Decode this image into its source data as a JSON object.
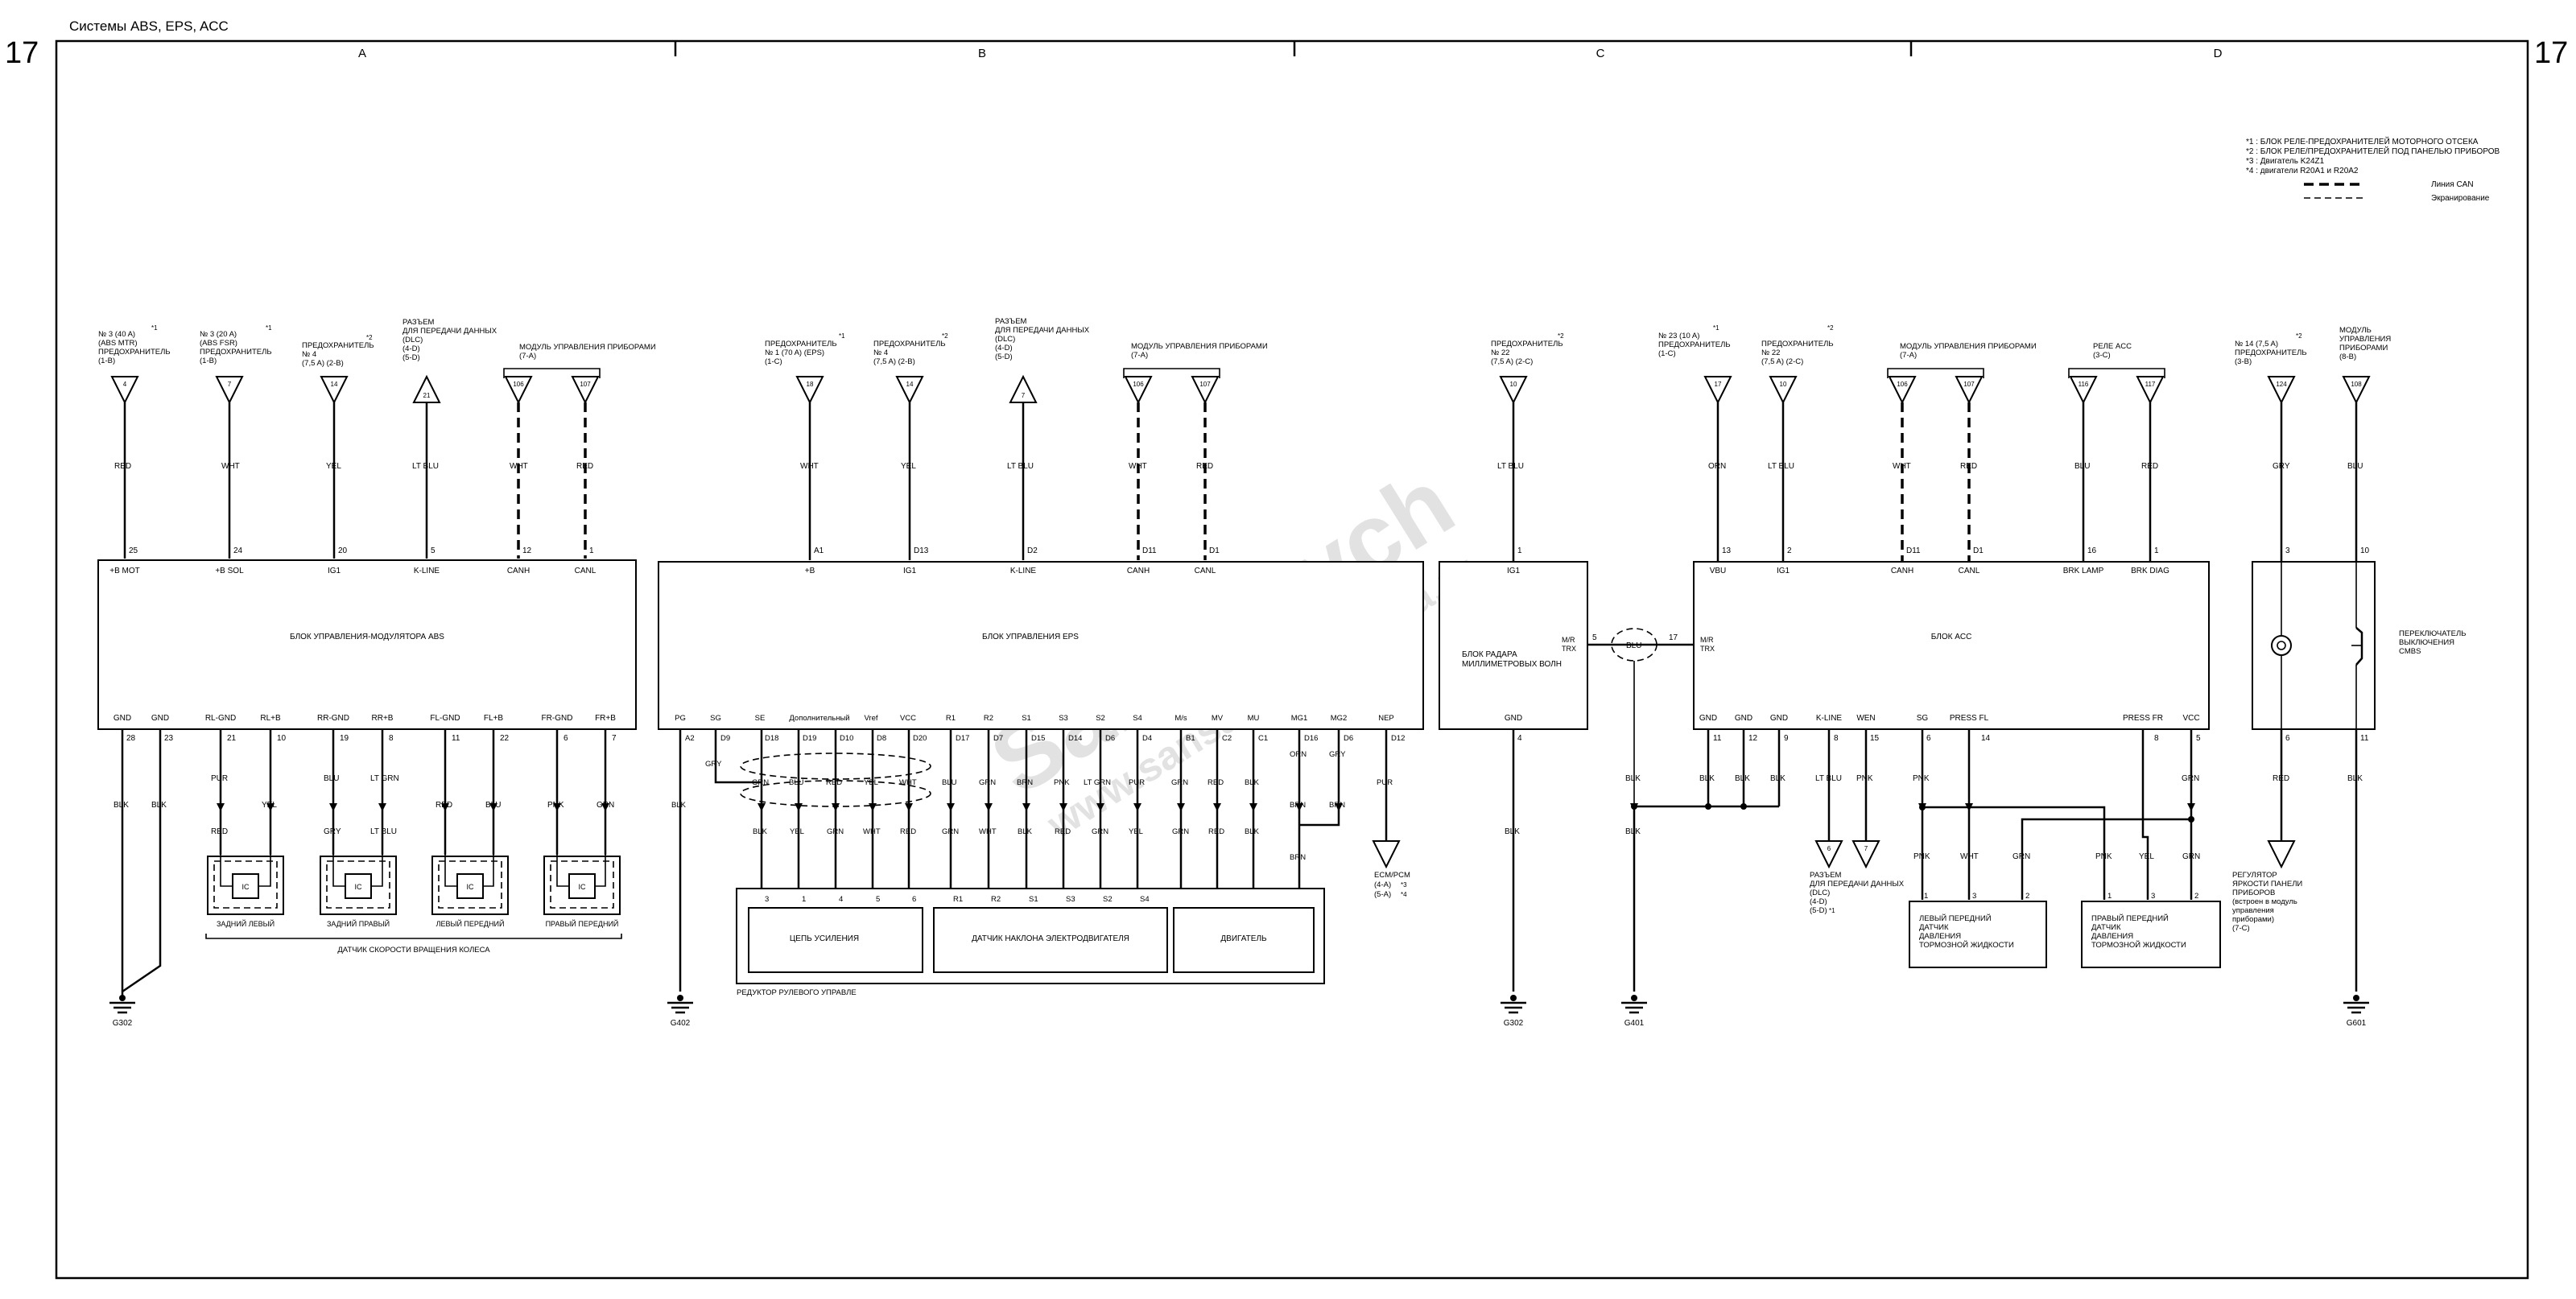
{
  "header": {
    "title": "Системы ABS, EPS, ACC",
    "page_number": "17"
  },
  "grid_columns": [
    "A",
    "B",
    "C",
    "D"
  ],
  "legend": {
    "notes": [
      "*1 : БЛОК РЕЛЕ-ПРЕДОХРАНИТЕЛЕЙ МОТОРНОГО ОТСЕКА",
      "*2 : БЛОК РЕЛЕ/ПРЕДОХРАНИТЕЛЕЙ ПОД ПАНЕЛЬЮ ПРИБОРОВ",
      "*3 : Двигатель K24Z1",
      "*4 : двигатели R20A1 и R20A2"
    ],
    "can_line": "Линия CAN",
    "shielding": "Экранирование"
  },
  "watermark": {
    "line1": "SanSanych",
    "line2": "www.sansanych-honda.ru"
  },
  "abs": {
    "module": "БЛОК УПРАВЛЕНИЯ-МОДУЛЯТОРА ABS",
    "sources": [
      {
        "l1": "№ 3 (40 A)",
        "l2": "(ABS MTR)",
        "l3": "ПРЕДОХРАНИТЕЛЬ",
        "l4": "(1-B)",
        "pin": "4",
        "star": "*1"
      },
      {
        "l1": "№ 3 (20 A)",
        "l2": "(ABS FSR)",
        "l3": "ПРЕДОХРАНИТЕЛЬ",
        "l4": "(1-B)",
        "pin": "7",
        "star": "*1"
      },
      {
        "l1": "ПРЕДОХРАНИТЕЛЬ",
        "l2": "№ 4",
        "l3": "(7,5 A) (2-B)",
        "l4": "",
        "pin": "14",
        "star": "*2"
      },
      {
        "l1": "РАЗЪЕМ",
        "l2": "ДЛЯ ПЕРЕДАЧИ ДАННЫХ",
        "l3": "(DLC)",
        "l4": "(4-D)",
        "l5": "(5-D)",
        "pin": "21"
      },
      {
        "l1": "МОДУЛЬ УПРАВЛЕНИЯ ПРИБОРАМИ",
        "l2": "(7-A)",
        "pin": "106",
        "pin2": "107"
      }
    ],
    "top_wires": [
      "RED",
      "WHT",
      "YEL",
      "LT BLU",
      "WHT",
      "RED"
    ],
    "top_pins": [
      "25",
      "24",
      "20",
      "5",
      "12",
      "1"
    ],
    "top_terms": [
      "+B MOT",
      "+B SOL",
      "IG1",
      "K-LINE",
      "CANH",
      "CANL"
    ],
    "bottom_terms": [
      "GND",
      "GND",
      "RL-GND",
      "RL+B",
      "RR-GND",
      "RR+B",
      "FL-GND",
      "FL+B",
      "FR-GND",
      "FR+B"
    ],
    "bottom_pins": [
      "28",
      "23",
      "21",
      "10",
      "19",
      "8",
      "11",
      "22",
      "6",
      "7"
    ],
    "bottom_wires_1": [
      "BLK",
      "BLK",
      "PUR",
      "",
      "BLU",
      "LT GRN",
      "",
      "",
      "",
      ""
    ],
    "bottom_wires_2": [
      "",
      "",
      "RED",
      "YEL",
      "GRY",
      "LT BLU",
      "RED",
      "BLU",
      "PNK",
      "GRN"
    ],
    "sensor_names": [
      "ЗАДНИЙ ЛЕВЫЙ",
      "ЗАДНИЙ ПРАВЫЙ",
      "ЛЕВЫЙ ПЕРЕДНИЙ",
      "ПРАВЫЙ ПЕРЕДНИЙ"
    ],
    "sensor_ic": "IC",
    "sensor_group": "ДАТЧИК СКОРОСТИ ВРАЩЕНИЯ КОЛЕСА",
    "ground": "G302"
  },
  "eps": {
    "module": "БЛОК УПРАВЛЕНИЯ EPS",
    "sources": [
      {
        "l1": "ПРЕДОХРАНИТЕЛЬ",
        "l2": "№ 1 (70 A) (EPS)",
        "l3": "(1-C)",
        "pin": "18",
        "star": "*1"
      },
      {
        "l1": "ПРЕДОХРАНИТЕЛЬ",
        "l2": "№ 4",
        "l3": "(7,5 A) (2-B)",
        "pin": "14",
        "star": "*2"
      },
      {
        "l1": "РАЗЪЕМ",
        "l2": "ДЛЯ ПЕРЕДАЧИ ДАННЫХ",
        "l3": "(DLC)",
        "l4": "(4-D)",
        "l5": "(5-D)",
        "pin": "7"
      },
      {
        "l1": "МОДУЛЬ УПРАВЛЕНИЯ ПРИБОРАМИ",
        "l2": "(7-A)",
        "pin": "106",
        "pin2": "107"
      }
    ],
    "top_wires": [
      "WHT",
      "YEL",
      "LT BLU",
      "WHT",
      "RED"
    ],
    "top_pins": [
      "A1",
      "D13",
      "D2",
      "D11",
      "D1"
    ],
    "top_terms": [
      "+B",
      "IG1",
      "K-LINE",
      "CANH",
      "CANL"
    ],
    "bottom_terms": [
      "PG",
      "SG",
      "SE",
      "Дополнительный",
      "Vref",
      "VCC",
      "R1",
      "R2",
      "S1",
      "S3",
      "S2",
      "S4",
      "M/s",
      "MV",
      "MU",
      "MG1",
      "MG2",
      "NEP"
    ],
    "bottom_pins": [
      "A2",
      "D9",
      "D18",
      "D19",
      "D10",
      "D8",
      "D20",
      "D17",
      "D7",
      "D15",
      "D14",
      "D6",
      "D4",
      "B1",
      "C2",
      "C1",
      "D16",
      "D6",
      "D12"
    ],
    "upper_wires": [
      "GRY",
      "GRN",
      "BLU",
      "RED",
      "YEL",
      "WHT",
      "BLU",
      "GRN",
      "BRN",
      "PNK",
      "LT GRN",
      "PUR",
      "GRN",
      "RED",
      "BLK",
      "ORN",
      "GRY",
      "PUR"
    ],
    "lower_wires": [
      "BLK",
      "YEL",
      "GRN",
      "WHT",
      "RED",
      "GRN",
      "WHT",
      "BLK",
      "RED",
      "GRN",
      "YEL",
      "GRN",
      "RED",
      "BLK",
      "BRN",
      "BRN"
    ],
    "gear_pins": [
      "3",
      "1",
      "4",
      "5",
      "6",
      "R1",
      "R2",
      "S1",
      "S3",
      "S2",
      "S4"
    ],
    "sub_units": [
      "ЦЕПЬ УСИЛЕНИЯ",
      "ДАТЧИК НАКЛОНА ЭЛЕКТРОДВИГАТЕЛЯ",
      "ДВИГАТЕЛЬ"
    ],
    "gearbox": "РЕДУКТОР РУЛЕВОГО УПРАВЛЕ",
    "lone_wire": "BRN",
    "ecm": {
      "l1": "ECM/PCM",
      "l2": "(4-A)",
      "l3": "(5-A)",
      "s1": "*3",
      "s2": "*4"
    },
    "ground": "G402",
    "ground_wire": "BLK"
  },
  "radar": {
    "source": {
      "l1": "ПРЕДОХРАНИТЕЛЬ",
      "l2": "№ 22",
      "l3": "(7,5 A) (2-C)",
      "pin": "10",
      "star": "*2"
    },
    "top_wire": "LT BLU",
    "top_pin": "1",
    "top_term": "IG1",
    "module_l1": "БЛОК РАДАРА",
    "module_l2": "МИЛЛИМЕТРОВЫХ ВОЛН",
    "mr_l1": "M/R",
    "mr_l2": "TRX",
    "left_pin": "5",
    "right_pin": "17",
    "link_wire": "BLU",
    "bottom_term": "GND",
    "bottom_pin": "4",
    "bottom_wire": "BLK",
    "ground": "G302"
  },
  "acc": {
    "module": "БЛОК ACC",
    "sources": [
      {
        "l1": "№ 23 (10 A)",
        "l2": "ПРЕДОХРАНИТЕЛЬ",
        "l3": "(1-C)",
        "pin": "17",
        "star": "*1"
      },
      {
        "l1": "ПРЕДОХРАНИТЕЛЬ",
        "l2": "№ 22",
        "l3": "(7,5 A) (2-C)",
        "pin": "10",
        "star": "*2"
      },
      {
        "l1": "МОДУЛЬ УПРАВЛЕНИЯ ПРИБОРАМИ",
        "l2": "(7-A)",
        "pin": "106",
        "pin2": "107"
      },
      {
        "l1": "РЕЛЕ ACC",
        "l2": "(3-C)",
        "pin": "116",
        "pin2": "117"
      }
    ],
    "top_wires": [
      "ORN",
      "LT BLU",
      "WHT",
      "RED",
      "BLU",
      "RED"
    ],
    "top_pins": [
      "13",
      "2",
      "D11",
      "D1",
      "16",
      "1"
    ],
    "top_terms": [
      "VBU",
      "IG1",
      "CANH",
      "CANL",
      "BRK LAMP",
      "BRK DIAG"
    ],
    "mr_l1": "M/R",
    "mr_l2": "TRX",
    "bottom_terms": [
      "GND",
      "GND",
      "GND",
      "K-LINE",
      "WEN",
      "SG",
      "PRESS FL",
      "PRESS FR",
      "VCC"
    ],
    "bottom_pins": [
      "11",
      "12",
      "9",
      "8",
      "15",
      "6",
      "14",
      "8",
      "5"
    ],
    "bottom_wires": [
      "BLK",
      "BLK",
      "BLK",
      "LT BLU",
      "PNK",
      "PNK",
      "",
      "",
      "GRN"
    ],
    "ground_wires": [
      "BLK",
      "BLK"
    ],
    "dlc": {
      "l1": "РАЗЪЕМ",
      "l2": "ДЛЯ ПЕРЕДАЧИ ДАННЫХ",
      "l3": "(DLC)",
      "l4": "(4-D)",
      "l5": "(5-D)",
      "pin_a": "6",
      "pin_b": "7",
      "star": "*1"
    },
    "sensor_wires": [
      "PNK",
      "WHT",
      "GRN",
      "PNK",
      "YEL",
      "GRN"
    ],
    "sensor_pins_left": [
      "1",
      "3",
      "2"
    ],
    "sensor_pins_right": [
      "1",
      "3",
      "2"
    ],
    "left_sensor": {
      "l1": "ЛЕВЫЙ ПЕРЕДНИЙ",
      "l2": "ДАТЧИК",
      "l3": "ДАВЛЕНИЯ",
      "l4": "ТОРМОЗНОЙ ЖИДКОСТИ"
    },
    "right_sensor": {
      "l1": "ПРАВЫЙ ПЕРЕДНИЙ",
      "l2": "ДАТЧИК",
      "l3": "ДАВЛЕНИЯ",
      "l4": "ТОРМОЗНОЙ ЖИДКОСТИ"
    },
    "ground": "G401"
  },
  "cmbs": {
    "sources": [
      {
        "l1": "№ 14 (7,5 A)",
        "l2": "ПРЕДОХРАНИТЕЛЬ",
        "l3": "(3-B)",
        "pin": "124",
        "star": "*2"
      },
      {
        "l1": "МОДУЛЬ",
        "l2": "УПРАВЛЕНИЯ",
        "l3": "ПРИБОРАМИ",
        "l4": "(8-B)",
        "pin": "108"
      }
    ],
    "top_wires": [
      "GRY",
      "BLU"
    ],
    "top_pins": [
      "3",
      "10"
    ],
    "bottom_pins": [
      "6",
      "11"
    ],
    "bottom_wires": [
      "RED",
      "BLK"
    ],
    "switch_l1": "ПЕРЕКЛЮЧАТЕЛЬ",
    "switch_l2": "ВЫКЛЮЧЕНИЯ",
    "switch_l3": "CMBS",
    "dimmer": {
      "l1": "РЕГУЛЯТОР",
      "l2": "ЯРКОСТИ ПАНЕЛИ",
      "l3": "ПРИБОРОВ",
      "l4": "(встроен в модуль",
      "l5": "управления",
      "l6": "приборами)",
      "l7": "(7-C)"
    },
    "ground": "G601"
  }
}
